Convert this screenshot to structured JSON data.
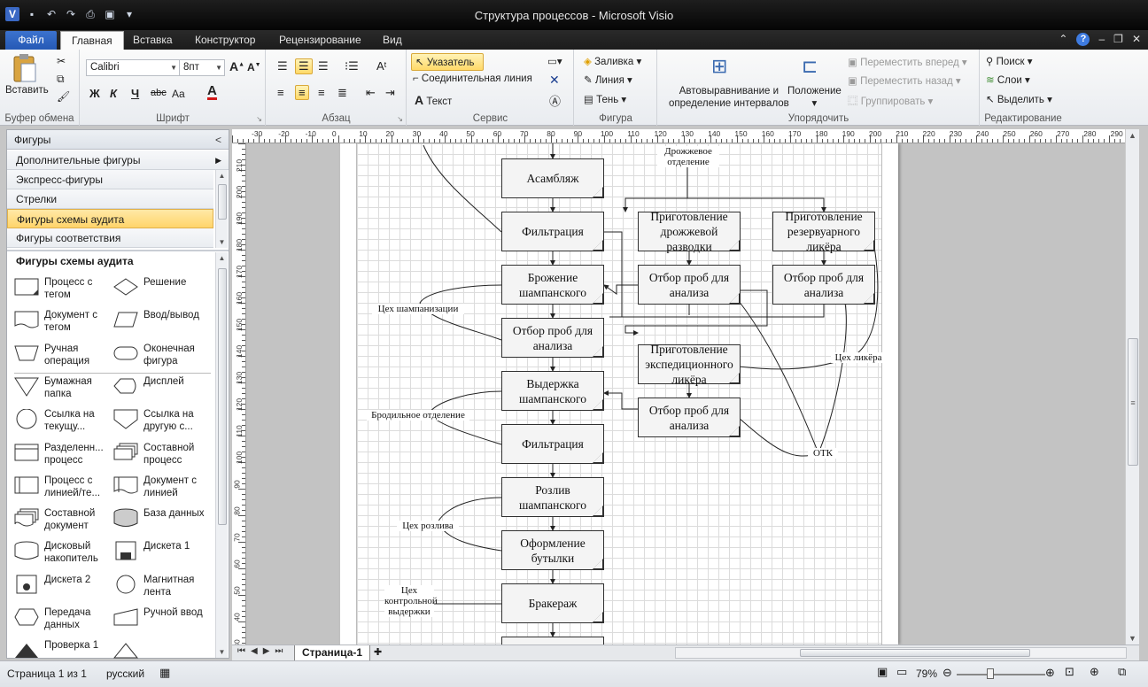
{
  "app": {
    "title": "Структура процессов  -  Microsoft Visio",
    "logo": "V"
  },
  "tabs": [
    {
      "label": "Файл"
    },
    {
      "label": "Главная"
    },
    {
      "label": "Вставка"
    },
    {
      "label": "Конструктор"
    },
    {
      "label": "Рецензирование"
    },
    {
      "label": "Вид"
    }
  ],
  "ribbon": {
    "clipboard": {
      "label": "Буфер обмена",
      "paste": "Вставить"
    },
    "font": {
      "label": "Шрифт",
      "font_name": "Calibri",
      "font_size": "8пт",
      "bold": "Ж",
      "italic": "К",
      "underline": "Ч",
      "strike": "abc",
      "case": "Aa",
      "color": "A"
    },
    "paragraph": {
      "label": "Абзац"
    },
    "tools": {
      "label": "Сервис",
      "pointer": "Указатель",
      "connector": "Соединительная линия",
      "text": "Текст"
    },
    "shape": {
      "label": "Фигура",
      "fill": "Заливка",
      "line": "Линия",
      "shadow": "Тень"
    },
    "arrange": {
      "label": "Упорядочить",
      "auto_align": "Автовыравнивание и",
      "auto_align2": "определение интервалов",
      "position": "Положение",
      "bring_forward": "Переместить вперед",
      "send_backward": "Переместить назад",
      "group": "Группировать"
    },
    "editing": {
      "label": "Редактирование",
      "find": "Поиск",
      "layers": "Слои",
      "select": "Выделить"
    }
  },
  "shapes_pane": {
    "title": "Фигуры",
    "stencils": [
      "Дополнительные фигуры",
      "Экспресс-фигуры",
      "Стрелки",
      "Фигуры схемы аудита",
      "Фигуры соответствия"
    ],
    "active_stencil": "Фигуры схемы аудита",
    "section_title": "Фигуры схемы аудита",
    "shapes": [
      [
        "Процесс с тегом",
        "Решение"
      ],
      [
        "Документ с тегом",
        "Ввод/вывод"
      ],
      [
        "Ручная операция",
        "Оконечная фигура"
      ],
      [
        "Бумажная папка",
        "Дисплей"
      ],
      [
        "Ссылка на текущу...",
        "Ссылка на другую с..."
      ],
      [
        "Разделенн... процесс",
        "Составной процесс"
      ],
      [
        "Процесс с линией/те...",
        "Документ с линией"
      ],
      [
        "Составной документ",
        "База данных"
      ],
      [
        "Дисковый накопитель",
        "Дискета 1"
      ],
      [
        "Дискета 2",
        "Магнитная лента"
      ],
      [
        "Передача данных",
        "Ручной ввод"
      ],
      [
        "Проверка 1",
        ""
      ]
    ]
  },
  "diagram": {
    "main": [
      "Асамбляж",
      "Фильтрация",
      "Брожение шампанского",
      "Отбор проб для анализа",
      "Выдержка шампанского",
      "Фильтрация",
      "Розлив шампанского",
      "Оформление бутылки",
      "Бракераж"
    ],
    "side": {
      "p1": "Приготовление дрожжевой разводки",
      "p2": "Приготовление резервуарного ликёра",
      "s1": "Отбор проб для анализа",
      "s2": "Отбор проб для анализа",
      "p3": "Приготовление экспедиционного ликёра",
      "s3": "Отбор проб для анализа"
    },
    "annotations": {
      "yeast": "Дрожжевое отделение",
      "champ": "Цех шампанизации",
      "ferm": "Бродильное отделение",
      "bottling": "Цех розлива",
      "control": "Цех контрольной выдержки",
      "liquor": "Цех ликёра",
      "otk": "ОТК"
    }
  },
  "page_tab": "Страница-1",
  "status": {
    "page": "Страница 1 из 1",
    "language": "русский",
    "zoom": "79%"
  },
  "colors": {
    "accent": "#2559b5",
    "selected": "#ffd46a"
  }
}
